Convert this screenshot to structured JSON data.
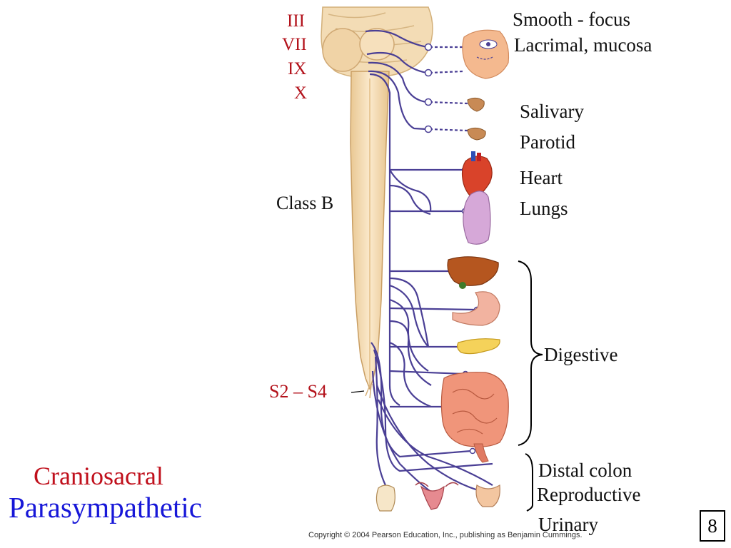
{
  "cranial_nerves": [
    {
      "id": "III",
      "label": "III"
    },
    {
      "id": "VII",
      "label": "VII"
    },
    {
      "id": "IX",
      "label": "IX"
    },
    {
      "id": "X",
      "label": "X"
    }
  ],
  "target_labels": {
    "eye": "Smooth - focus",
    "lacrimal": "Lacrimal, mucosa",
    "salivary": "Salivary",
    "parotid": "Parotid",
    "heart": "Heart",
    "lungs": "Lungs",
    "digestive": "Digestive",
    "distal_colon": "Distal colon",
    "reproductive": "Reproductive",
    "urinary": "Urinary"
  },
  "cord_labels": {
    "fiber_class": "Class B",
    "sacral": "S2 – S4"
  },
  "title": {
    "line1": "Craniosacral",
    "line2": "Parasympathetic"
  },
  "page_number": "8",
  "copyright": "Copyright © 2004 Pearson Education, Inc., publishing as Benjamin Cummings.",
  "colors": {
    "nerve": "#4a3f95",
    "cranial_label": "#b3121b",
    "title_red": "#c0101c",
    "title_blue": "#1717d8",
    "spinal_cord": "#f4dcb4"
  }
}
